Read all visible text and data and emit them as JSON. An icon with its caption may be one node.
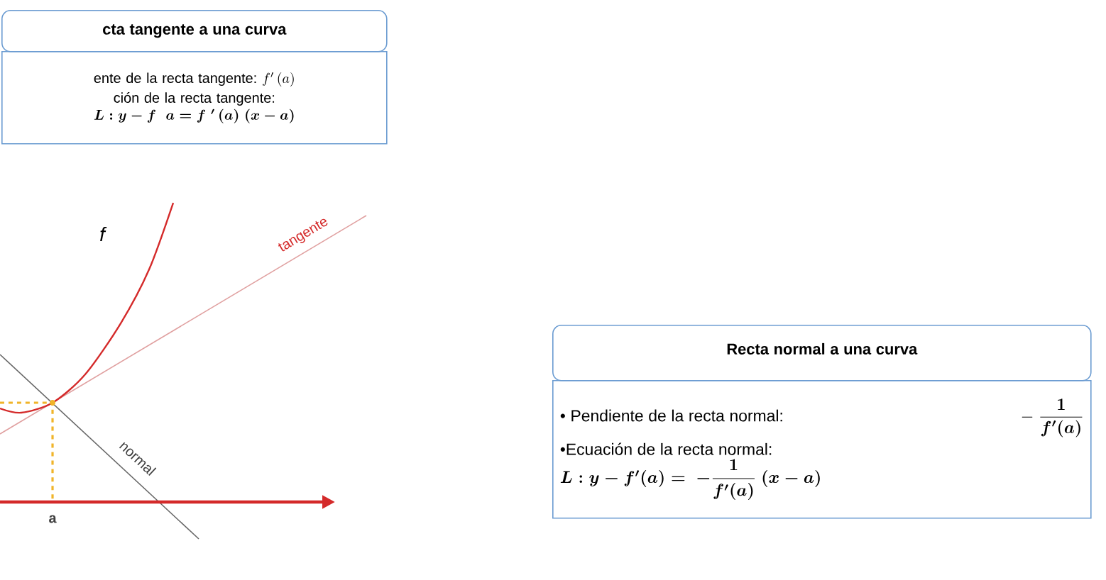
{
  "diagram": {
    "nodes": [
      {
        "text": [
          "cta tangente a una curva"
        ]
      },
      {
        "text": [
          "ente de la recta tangente:",
          "f'\\,(a)",
          "ción de la recta tangente:",
          "\\boldsymbol{L : y - f\\ \\ a = f\\ '\\,(a)\\ (x-a)}"
        ]
      },
      {
        "text": [
          "Recta normal a una curva"
        ]
      },
      {
        "text": [
          "• Pendiente de la recta normal:",
          "-\\ \\dfrac{\\boldsymbol{1}}{\\boldsymbol{f'(a)}}",
          "•Ecuación de la recta normal:",
          "\\boldsymbol{L : y - f'(a) =\\ -\\dfrac{1}{f'(a)}\\ (x-a)}"
        ]
      }
    ],
    "labels": [
      "f",
      "tangente",
      "normal",
      "a"
    ]
  }
}
